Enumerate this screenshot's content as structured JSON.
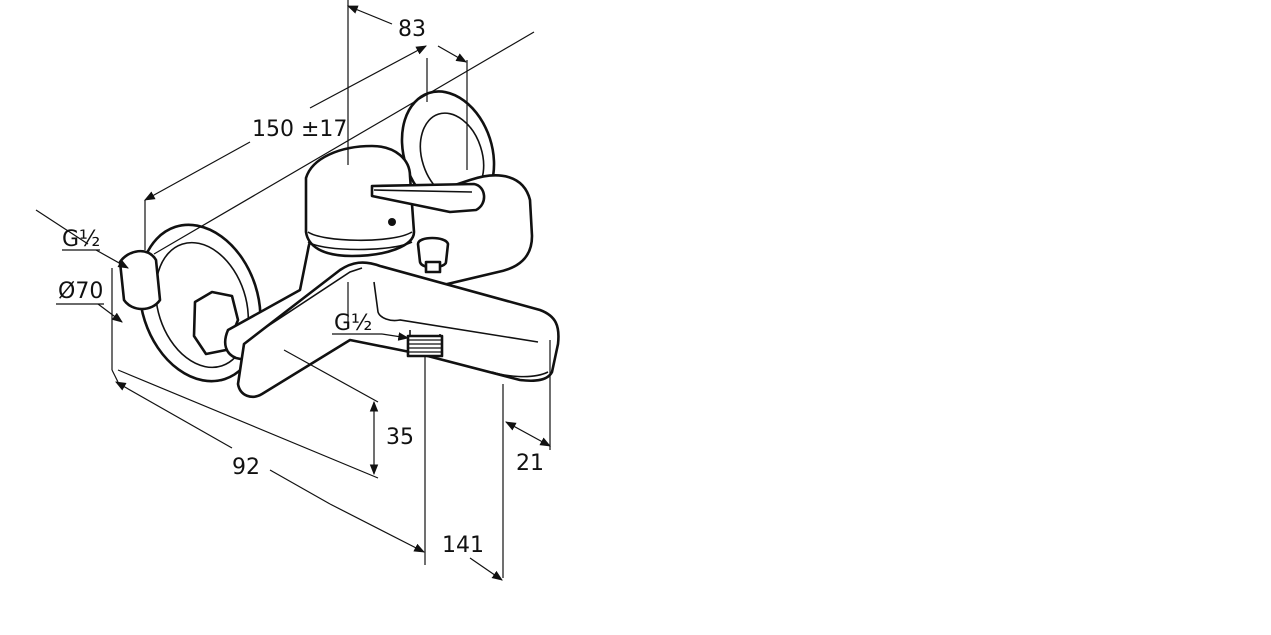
{
  "drawing": {
    "colors": {
      "line": "#111111",
      "background": "#ffffff"
    },
    "dimensions": {
      "d83": "83",
      "d150": "150 ±17",
      "g_inlet": "G½",
      "d_diameter": "Ø70",
      "g_outlet": "G½",
      "d35": "35",
      "d92": "92",
      "d21": "21",
      "d141": "141"
    }
  }
}
